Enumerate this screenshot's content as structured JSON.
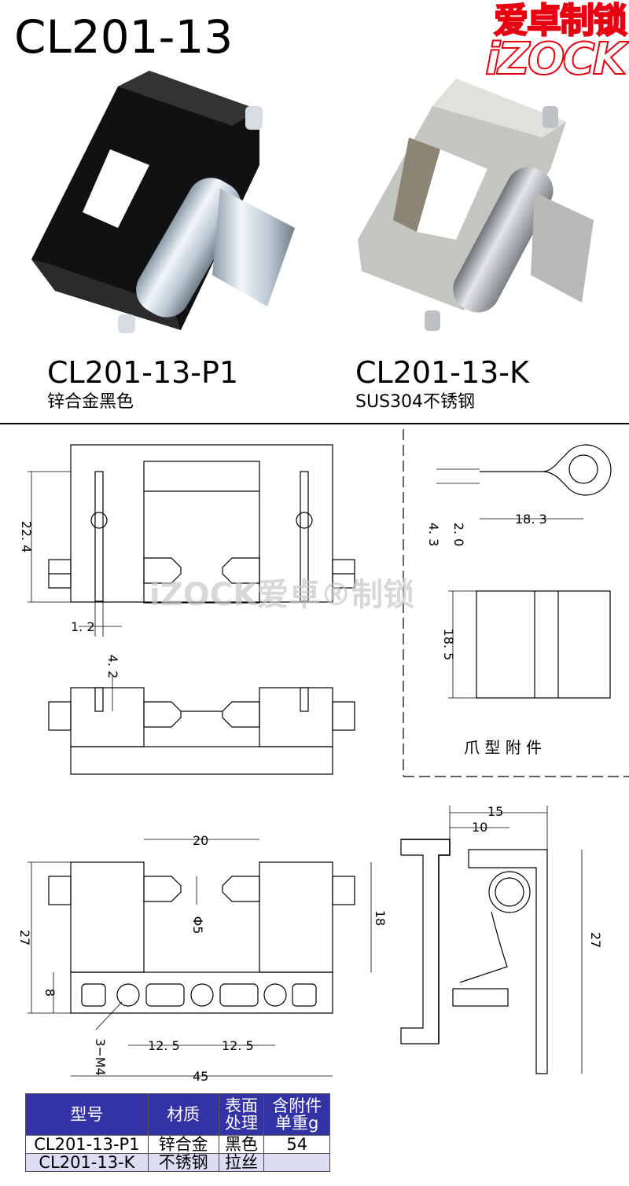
{
  "header": {
    "title": "CL201-13",
    "brand_cn": "爱卓制锁",
    "brand_en": "iZOCK"
  },
  "products": [
    {
      "model": "CL201-13-P1",
      "material": "锌合金黑色"
    },
    {
      "model": "CL201-13-K",
      "material": "SUS304不锈钢"
    }
  ],
  "drawing": {
    "watermark": "iZOCK爱卓®制锁",
    "claw_label": "爪 型 附 件",
    "dims": {
      "d22_4": "22. 4",
      "d1_2": "1. 2",
      "d4_2": "4. 2",
      "d4_3": "4. 3",
      "d2_0": "2. 0",
      "d18_3": "18. 3",
      "d18_5": "18. 5",
      "d20": "20",
      "d27": "27",
      "d8": "8",
      "d18": "18",
      "phi5": "Φ5",
      "d12_5a": "12. 5",
      "d12_5b": "12. 5",
      "d3m4": "3−M4",
      "d45": "45",
      "d15": "15",
      "d10": "10",
      "d27r": "27"
    }
  },
  "spec_table": {
    "headers": [
      "型号",
      "材质",
      "表面处理",
      "含附件单重g"
    ],
    "header_lines": [
      [
        "型号"
      ],
      [
        "材质"
      ],
      [
        "表面",
        "处理"
      ],
      [
        "含附件",
        "单重g"
      ]
    ],
    "rows": [
      [
        "CL201-13-P1",
        "锌合金",
        "黑色",
        "54"
      ],
      [
        "CL201-13-K",
        "不锈钢",
        "拉丝",
        ""
      ]
    ]
  },
  "colors": {
    "brand_red": "#e60012",
    "table_header_bg": "#3333a6",
    "table_row_alt": "#dcdcf2"
  }
}
